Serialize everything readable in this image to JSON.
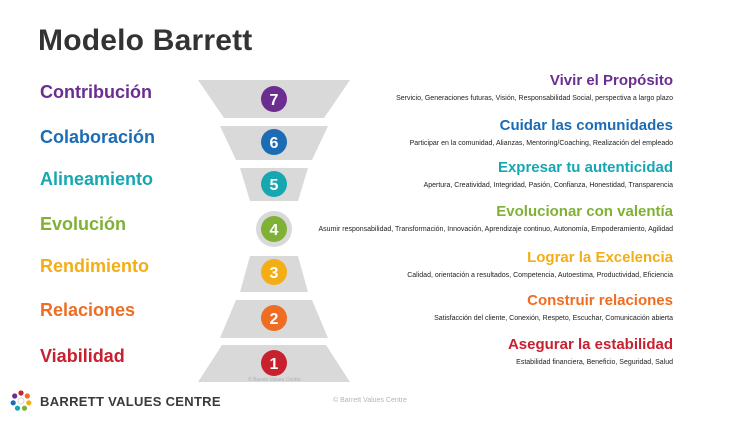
{
  "title": "Modelo Barrett",
  "levels": [
    {
      "number": "7",
      "label": "Contribución",
      "heading": "Vivir el Propósito",
      "desc": "Servicio, Generaciones futuras, Visión, Responsabilidad Social, perspectiva a largo plazo",
      "color": "#6b2d8f"
    },
    {
      "number": "6",
      "label": "Colaboración",
      "heading": "Cuidar las comunidades",
      "desc": "Participar en la comunidad, Alianzas, Mentoring/Coaching, Realización del empleado",
      "color": "#1b6cb4"
    },
    {
      "number": "5",
      "label": "Alineamiento",
      "heading": "Expresar tu autenticidad",
      "desc": "Apertura, Creatividad, Integridad, Pasión, Confianza, Honestidad, Transparencia",
      "color": "#17a7b0"
    },
    {
      "number": "4",
      "label": "Evolución",
      "heading": "Evolucionar con valentía",
      "desc": "Asumir responsabilidad, Transformación, Innovación, Aprendizaje continuo, Autonomía, Empoderamiento, Agilidad",
      "color": "#7fb135"
    },
    {
      "number": "3",
      "label": "Rendimiento",
      "heading": "Lograr la Excelencia",
      "desc": "Calidad, orientación a resultados, Competencia, Autoestima, Productividad, Eficiencia",
      "color": "#f3ad17"
    },
    {
      "number": "2",
      "label": "Relaciones",
      "heading": "Construir relaciones",
      "desc": "Satisfacción del cliente, Conexión, Respeto, Escuchar, Comunicación abierta",
      "color": "#ef6d22"
    },
    {
      "number": "1",
      "label": "Viabilidad",
      "heading": "Asegurar la estabilidad",
      "desc": "Estabilidad financiera,  Beneficio, Seguridad,  Salud",
      "color": "#c8202f"
    }
  ],
  "logo": {
    "text": "BARRETT VALUES CENTRE",
    "icon": "barrett-logo-icon"
  },
  "copyright": "© Barrett Values Centre",
  "copyright_small": "© Barrett Values Centre",
  "funnel_color": "#d9d9d9"
}
